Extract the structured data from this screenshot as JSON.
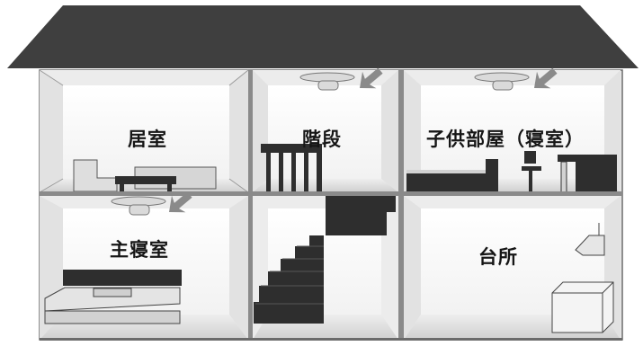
{
  "rooms": {
    "living_room": "居室",
    "stairs": "階段",
    "childrens_room": "子供部屋（寝室）",
    "main_bedroom": "主寝室",
    "kitchen": "台所"
  },
  "colors": {
    "roof": "#3f3f3f",
    "wall": "#e9e9e9",
    "room_back": "#f7f7f7",
    "floor": "#dcdcdc",
    "furniture_dark": "#2e2e2e",
    "furniture_light": "#d2d2d2",
    "arrow": "#8a8a8a",
    "detector": "#dadada"
  },
  "icons": {
    "smoke_detector": "smoke-detector-icon",
    "pointer_arrow": "pointer-arrow-icon"
  }
}
